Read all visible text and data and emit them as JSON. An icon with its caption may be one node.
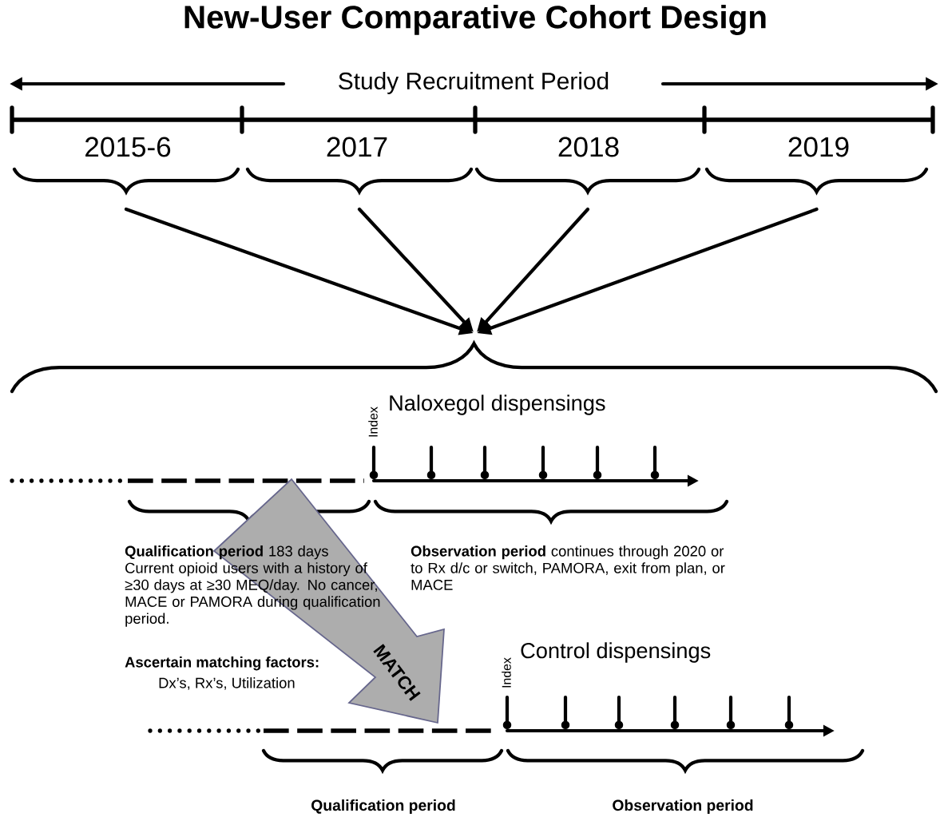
{
  "diagram": {
    "title": "New-User Comparative Cohort Design",
    "nodes": [
      {
        "text": [
          "2015-6"
        ]
      },
      {
        "text": [
          "2017"
        ]
      },
      {
        "text": [
          "2018"
        ]
      },
      {
        "text": [
          "2019"
        ]
      },
      {
        "text": [],
        "shape": "brace"
      },
      {
        "text": [
          "MATCH"
        ]
      }
    ],
    "edges": [
      {
        "from": 0,
        "to": 4,
        "arrow": "to"
      },
      {
        "from": 1,
        "to": 4,
        "arrow": "to"
      },
      {
        "from": 2,
        "to": 4,
        "arrow": "to"
      },
      {
        "from": 3,
        "to": 4,
        "arrow": "to"
      }
    ],
    "labels": [
      "Study Recruitment Period",
      "Index",
      "Naloxegol dispensings",
      "**Qualification period** 183 days Current opioid users with a history of ≥30 days at ≥30 MEQ/day. No cancer, MACE or PAMORA during qualification period.",
      "Ascertain matching factors:",
      "Dx’s, Rx’s, Utilization",
      "**Observation period** continues through 2020 or to Rx d/c or switch, PAMORA, exit from plan, or MACE",
      "Index",
      "Control dispensings",
      "Qualification period",
      "Observation period"
    ]
  }
}
